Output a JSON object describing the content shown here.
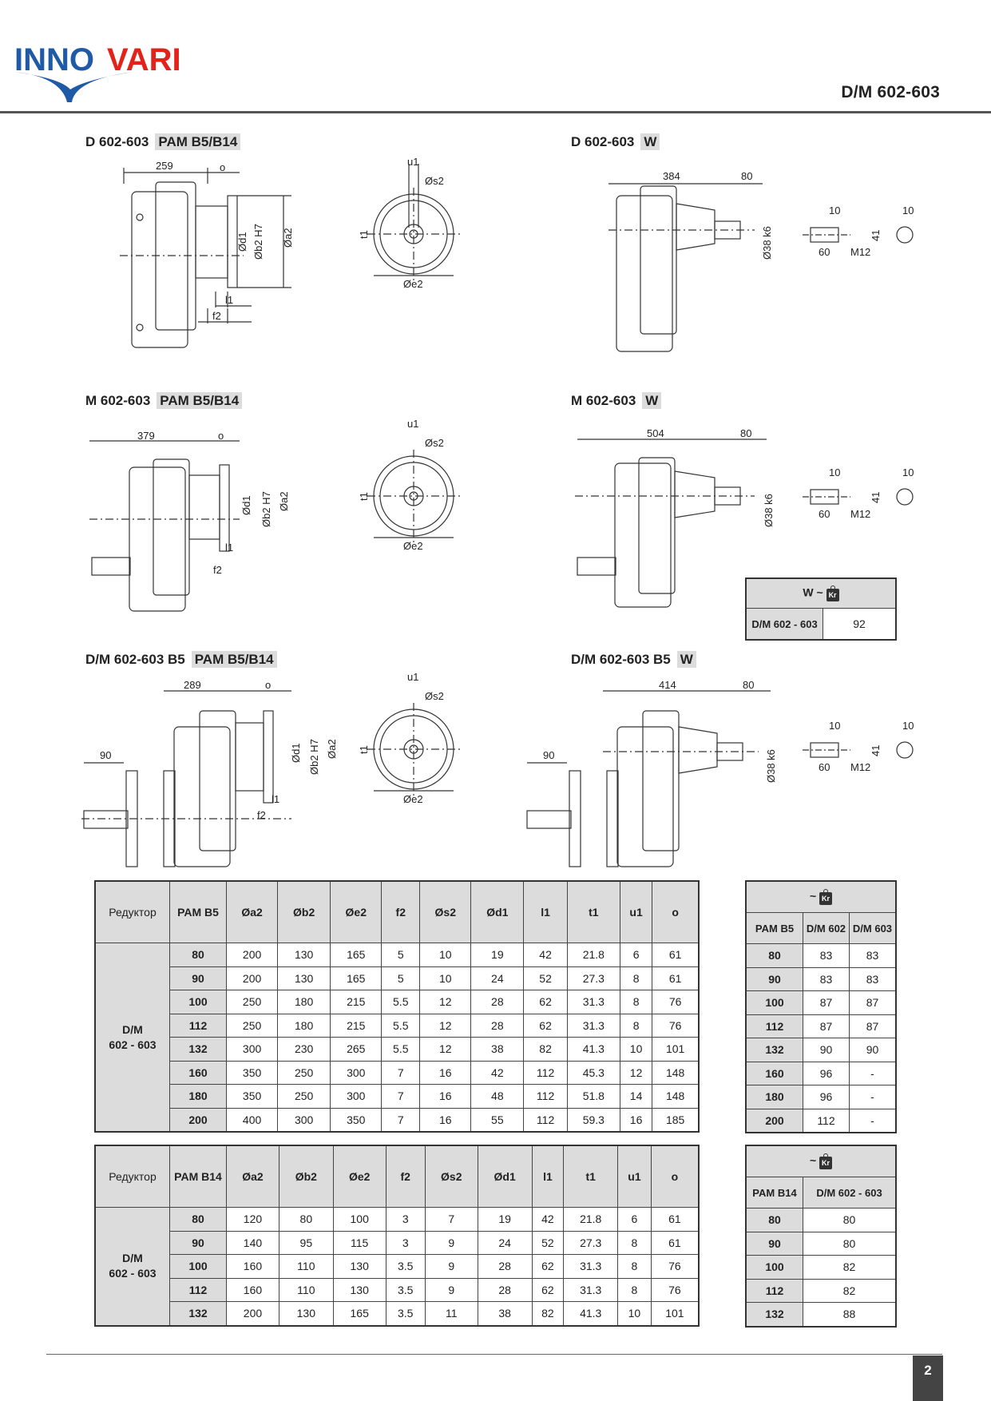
{
  "header": {
    "brand": "INNOVARI",
    "doc_code": "D/M 602-603"
  },
  "sections": [
    {
      "title": "D 602-603",
      "tag": "PAM B5/B14"
    },
    {
      "title": "D 602-603",
      "tag": "W"
    },
    {
      "title": "M 602-603",
      "tag": "PAM B5/B14"
    },
    {
      "title": "M 602-603",
      "tag": "W"
    },
    {
      "title": "D/M 602-603 B5",
      "tag": "PAM B5/B14"
    },
    {
      "title": "D/M 602-603 B5",
      "tag": "W"
    }
  ],
  "dims": {
    "d_pam_len": "259",
    "m_pam_len": "379",
    "b5_pam_len": "289",
    "d_w_len": "384",
    "m_w_len": "504",
    "b5_w_len": "414",
    "w_shaft": "80",
    "flange_90": "90",
    "o": "o",
    "d1": "Ød1",
    "b2": "Øb2 H7",
    "a2": "Øa2",
    "l1": "l1",
    "f2": "f2",
    "u1": "u1",
    "s2": "Øs2",
    "t1": "t1",
    "e2": "Øe2",
    "shaft_d": "Ø38 k6",
    "key_w": "10",
    "key_w2": "10",
    "key_len": "60",
    "thread": "M12",
    "key_h": "41"
  },
  "w_weight": {
    "title": "W ~",
    "icon": "weight-kg-icon",
    "icon_text": "Kr",
    "row_label": "D/M 602 - 603",
    "value": "92"
  },
  "table_b5": {
    "headers": [
      "Редуктор",
      "PAM B5",
      "Øa2",
      "Øb2",
      "Øe2",
      "f2",
      "Øs2",
      "Ød1",
      "l1",
      "t1",
      "u1",
      "o"
    ],
    "group": [
      "D/M",
      "602 - 603"
    ],
    "rows": [
      [
        "80",
        "200",
        "130",
        "165",
        "5",
        "10",
        "19",
        "42",
        "21.8",
        "6",
        "61"
      ],
      [
        "90",
        "200",
        "130",
        "165",
        "5",
        "10",
        "24",
        "52",
        "27.3",
        "8",
        "61"
      ],
      [
        "100",
        "250",
        "180",
        "215",
        "5.5",
        "12",
        "28",
        "62",
        "31.3",
        "8",
        "76"
      ],
      [
        "112",
        "250",
        "180",
        "215",
        "5.5",
        "12",
        "28",
        "62",
        "31.3",
        "8",
        "76"
      ],
      [
        "132",
        "300",
        "230",
        "265",
        "5.5",
        "12",
        "38",
        "82",
        "41.3",
        "10",
        "101"
      ],
      [
        "160",
        "350",
        "250",
        "300",
        "7",
        "16",
        "42",
        "112",
        "45.3",
        "12",
        "148"
      ],
      [
        "180",
        "350",
        "250",
        "300",
        "7",
        "16",
        "48",
        "112",
        "51.8",
        "14",
        "148"
      ],
      [
        "200",
        "400",
        "300",
        "350",
        "7",
        "16",
        "55",
        "112",
        "59.3",
        "16",
        "185"
      ]
    ]
  },
  "weight_b5": {
    "title": "~",
    "headers": [
      "PAM B5",
      "D/M 602",
      "D/M 603"
    ],
    "rows": [
      [
        "80",
        "83",
        "83"
      ],
      [
        "90",
        "83",
        "83"
      ],
      [
        "100",
        "87",
        "87"
      ],
      [
        "112",
        "87",
        "87"
      ],
      [
        "132",
        "90",
        "90"
      ],
      [
        "160",
        "96",
        "-"
      ],
      [
        "180",
        "96",
        "-"
      ],
      [
        "200",
        "112",
        "-"
      ]
    ]
  },
  "table_b14": {
    "headers": [
      "Редуктор",
      "PAM B14",
      "Øa2",
      "Øb2",
      "Øe2",
      "f2",
      "Øs2",
      "Ød1",
      "l1",
      "t1",
      "u1",
      "o"
    ],
    "group": [
      "D/M",
      "602 - 603"
    ],
    "rows": [
      [
        "80",
        "120",
        "80",
        "100",
        "3",
        "7",
        "19",
        "42",
        "21.8",
        "6",
        "61"
      ],
      [
        "90",
        "140",
        "95",
        "115",
        "3",
        "9",
        "24",
        "52",
        "27.3",
        "8",
        "61"
      ],
      [
        "100",
        "160",
        "110",
        "130",
        "3.5",
        "9",
        "28",
        "62",
        "31.3",
        "8",
        "76"
      ],
      [
        "112",
        "160",
        "110",
        "130",
        "3.5",
        "9",
        "28",
        "62",
        "31.3",
        "8",
        "76"
      ],
      [
        "132",
        "200",
        "130",
        "165",
        "3.5",
        "11",
        "38",
        "82",
        "41.3",
        "10",
        "101"
      ]
    ]
  },
  "weight_b14": {
    "title": "~",
    "headers": [
      "PAM B14",
      "D/M 602 - 603"
    ],
    "rows": [
      [
        "80",
        "80"
      ],
      [
        "90",
        "80"
      ],
      [
        "100",
        "82"
      ],
      [
        "112",
        "82"
      ],
      [
        "132",
        "88"
      ]
    ]
  },
  "footer": {
    "page": "2"
  },
  "colors": {
    "brand_blue": "#1f5aa6",
    "brand_red": "#e2231a",
    "header_gray": "#dcdcdc"
  }
}
